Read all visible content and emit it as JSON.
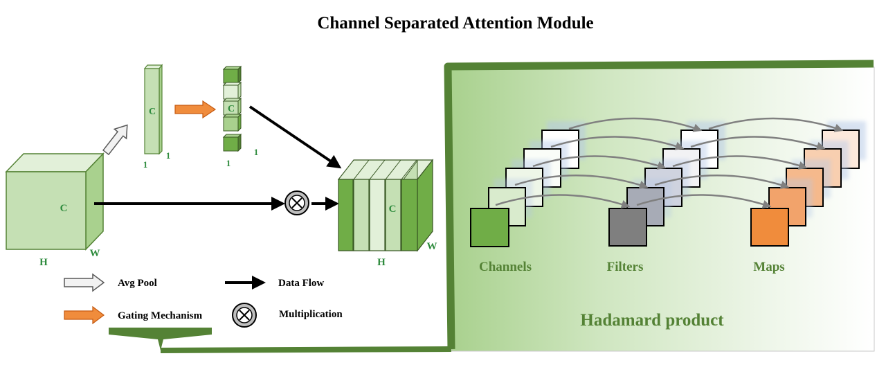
{
  "title": "Channel Separated Attention Module",
  "colors": {
    "green_light": "#c5e0b4",
    "green_mid": "#a9d18e",
    "green_dark": "#70ad47",
    "green_border": "#548235",
    "label_green": "#2e8b3d",
    "orange": "#f08c3c",
    "gray_filter": "#7f7f7f",
    "panel_frame": "#548235"
  },
  "input_tensor": {
    "c_label": "C",
    "h_label": "H",
    "w_label": "W"
  },
  "pooled_vector": {
    "c_label": "C",
    "dim1_label": "1",
    "dim2_label": "1"
  },
  "gated_vector": {
    "c_label": "C",
    "dim1_label": "1",
    "dim2_label": "1"
  },
  "output_tensor": {
    "c_label": "C",
    "h_label": "H",
    "w_label": "W"
  },
  "legend": {
    "avg_pool": "Avg Pool",
    "data_flow": "Data Flow",
    "gating": "Gating Mechanism",
    "multiplication": "Multiplication"
  },
  "panel": {
    "channels_label": "Channels",
    "filters_label": "Filters",
    "maps_label": "Maps",
    "caption": "Hadamard product"
  },
  "icons": {
    "multiply": "circled-x-icon",
    "avg_pool_arrow": "outline-arrow-icon",
    "gating_arrow": "orange-arrow-icon",
    "data_flow_arrow": "black-arrow-icon"
  }
}
